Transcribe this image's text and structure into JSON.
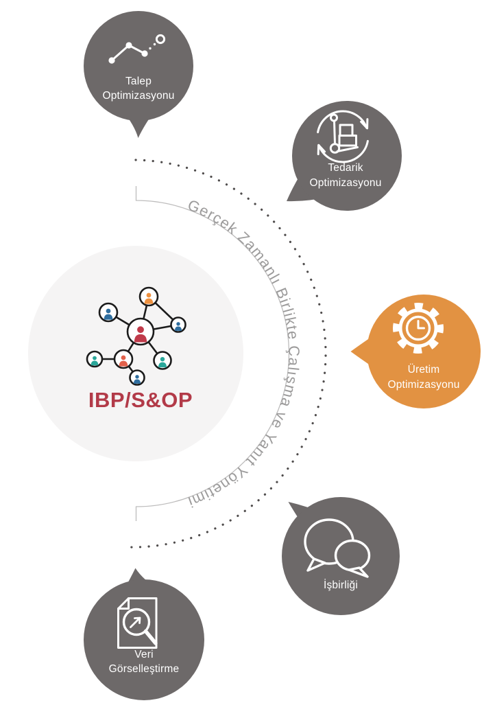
{
  "diagram": {
    "center": {
      "label": "IBP/S&OP",
      "label_color": "#b23a48",
      "circle_color": "#f5f4f4",
      "network_icon": "people-network-icon",
      "network": {
        "line_color": "#1b1b1b",
        "nodes": {
          "hub": {
            "color": "#c03a4a"
          },
          "top": {
            "color": "#ee9140"
          },
          "top_left": {
            "color": "#2e6d9e"
          },
          "right": {
            "color": "#2e6d9e"
          },
          "left": {
            "color": "#2aa79a"
          },
          "mid_left": {
            "color": "#e2614b"
          },
          "bottom_right": {
            "color": "#2aa79a"
          },
          "bottom": {
            "color": "#2e6d9e"
          }
        }
      }
    },
    "arc": {
      "text": "Gerçek Zamanlı Birlikte Çalışma ve Yanıt Yönetimi",
      "text_color": "#9c9b9b",
      "dot_color": "#4f4c4c",
      "guide_line_color": "#bdbcbc"
    },
    "bubbles": [
      {
        "id": "talep",
        "label_line1": "Talep",
        "label_line2": "Optimizasyonu",
        "color": "#6d6969",
        "icon": "trend-chart-icon"
      },
      {
        "id": "tedarik",
        "label_line1": "Tedarik",
        "label_line2": "Optimizasyonu",
        "color": "#6d6969",
        "icon": "supply-cycle-icon"
      },
      {
        "id": "uretim",
        "label_line1": "Üretim",
        "label_line2": "Optimizasyonu",
        "color": "#e29242",
        "icon": "gear-clock-icon"
      },
      {
        "id": "isbirligi",
        "label_line1": "İşbirliği",
        "label_line2": "",
        "color": "#6d6969",
        "icon": "chat-bubbles-icon"
      },
      {
        "id": "veri",
        "label_line1": "Veri",
        "label_line2": "Görselleştirme",
        "color": "#6d6969",
        "icon": "document-magnifier-icon"
      }
    ],
    "label_text_color": "#ffffff"
  }
}
